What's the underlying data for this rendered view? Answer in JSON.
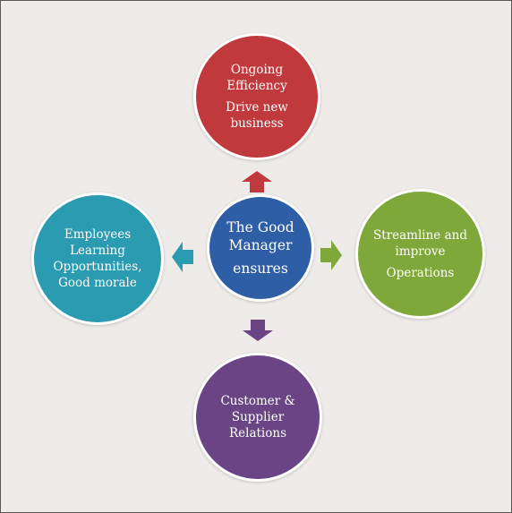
{
  "diagram": {
    "center": {
      "lines": [
        "The Good",
        "Manager",
        "ensures"
      ],
      "color": "#2e5ea6"
    },
    "top": {
      "lines": [
        "Ongoing",
        "Efficiency",
        "Drive new",
        "business"
      ],
      "color": "#c0393c"
    },
    "right": {
      "lines": [
        "Streamline and",
        "improve",
        "Operations"
      ],
      "color": "#7ea83a"
    },
    "bottom": {
      "lines": [
        "Customer &",
        "Supplier",
        "Relations"
      ],
      "color": "#6b4486"
    },
    "left": {
      "lines": [
        "Employees",
        "Learning",
        "Opportunities,",
        "Good morale"
      ],
      "color": "#2b9bb1"
    },
    "arrows": {
      "up": {
        "icon": "arrow-up-icon",
        "color": "#c0393c"
      },
      "right": {
        "icon": "arrow-right-icon",
        "color": "#7ea83a"
      },
      "down": {
        "icon": "arrow-down-icon",
        "color": "#6b4486"
      },
      "left": {
        "icon": "arrow-left-icon",
        "color": "#2b9bb1"
      }
    }
  }
}
